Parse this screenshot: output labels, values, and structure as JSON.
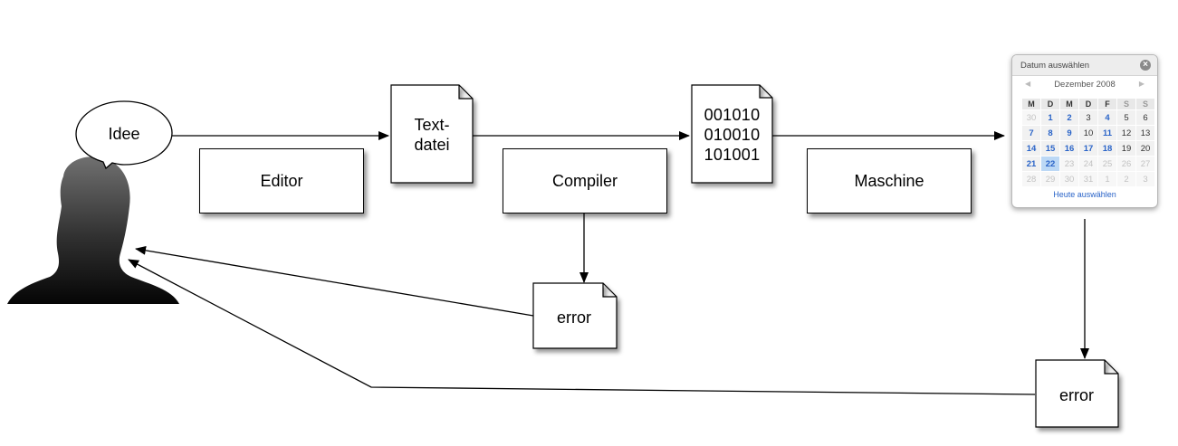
{
  "bubble": {
    "label": "Idee"
  },
  "processes": {
    "editor": "Editor",
    "compiler": "Compiler",
    "machine": "Maschine"
  },
  "documents": {
    "textfile": [
      "Text-",
      "datei"
    ],
    "binary": [
      "001010",
      "010010",
      "101001"
    ],
    "compiler_error": "error",
    "machine_error": "error"
  },
  "calendar": {
    "title": "Datum auswählen",
    "close_glyph": "×",
    "prev_glyph": "◀",
    "next_glyph": "▶",
    "month": "Dezember 2008",
    "weekdays": [
      "M",
      "D",
      "M",
      "D",
      "F",
      "S",
      "S"
    ],
    "weeks": [
      [
        "30",
        "1",
        "2",
        "3",
        "4",
        "5",
        "6"
      ],
      [
        "7",
        "8",
        "9",
        "10",
        "11",
        "12",
        "13"
      ],
      [
        "14",
        "15",
        "16",
        "17",
        "18",
        "19",
        "20"
      ],
      [
        "21",
        "22",
        "23",
        "24",
        "25",
        "26",
        "27"
      ],
      [
        "28",
        "29",
        "30",
        "31",
        "1",
        "2",
        "3"
      ]
    ],
    "selected_day": "22",
    "today_link": "Heute auswählen",
    "link_color": "#2a64c8",
    "selected_color": "#bcd8f5"
  },
  "icons": {
    "person": "person-silhouette-icon"
  }
}
